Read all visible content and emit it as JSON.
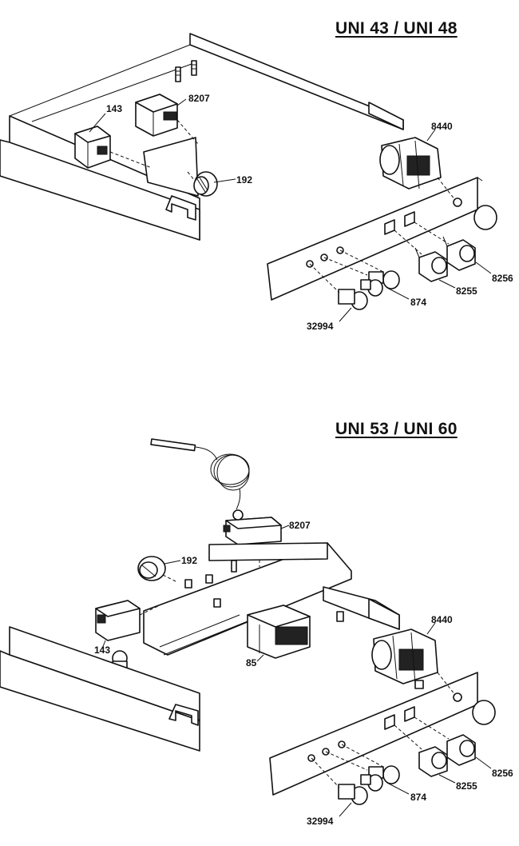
{
  "diagram_top": {
    "title": "UNI 43 / UNI 48",
    "labels": {
      "p143": "143",
      "p8207": "8207",
      "p192": "192",
      "p8440": "8440",
      "p874": "874",
      "p8255": "8255",
      "p8256": "8256",
      "p32994": "32994"
    }
  },
  "diagram_bottom": {
    "title": "UNI 53 / UNI 60",
    "labels": {
      "p8207": "8207",
      "p192": "192",
      "p143": "143",
      "p85": "85",
      "p8440": "8440",
      "p874": "874",
      "p8255": "8255",
      "p8256": "8256",
      "p32994": "32994"
    }
  }
}
